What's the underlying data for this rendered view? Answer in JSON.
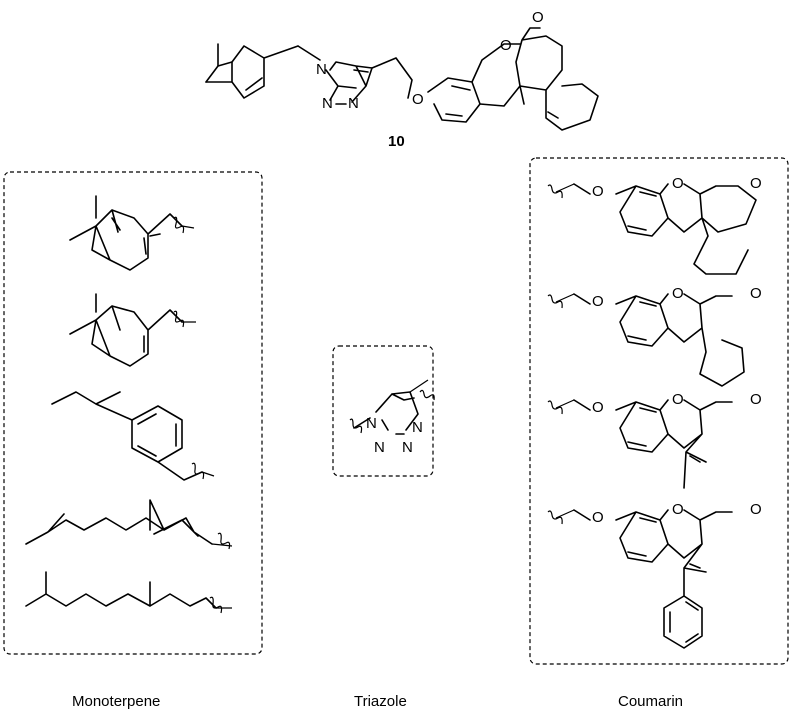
{
  "compound_label": "10",
  "atoms": {
    "oxygen": "O",
    "nitrogen": "N"
  },
  "groups": {
    "monoterpene": "Monoterpene",
    "triazole": "Triazole",
    "coumarin": "Coumarin"
  }
}
